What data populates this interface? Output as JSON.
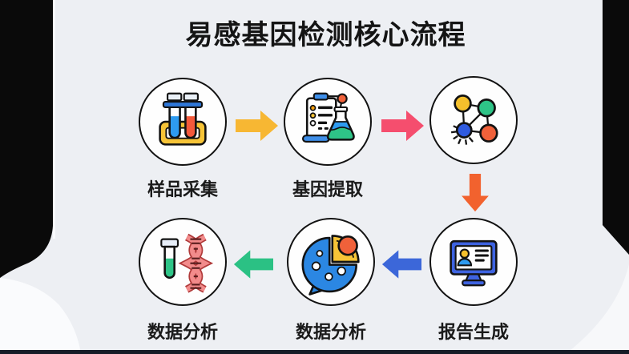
{
  "page": {
    "title": "易感基因检测核心流程",
    "background_color": "#EDEFF3",
    "frame_color": "#0A0A0A",
    "bottom_bar_color": "#161C27"
  },
  "steps": [
    {
      "label": "样品采集",
      "icon": "test-tube-rack-icon"
    },
    {
      "label": "基因提取",
      "icon": "clipboard-flask-icon"
    },
    {
      "label": "",
      "icon": "molecule-network-icon"
    },
    {
      "label": "报告生成",
      "icon": "report-monitor-icon"
    },
    {
      "label": "数据分析",
      "icon": "pie-bubble-chart-icon"
    },
    {
      "label": "数据分析",
      "icon": "dna-test-tube-icon"
    }
  ],
  "arrows": [
    {
      "name": "arrow-1",
      "direction": "right",
      "color": "#F7B733"
    },
    {
      "name": "arrow-2",
      "direction": "right",
      "color": "#F54E6E"
    },
    {
      "name": "arrow-3",
      "direction": "down",
      "color": "#F2622E"
    },
    {
      "name": "arrow-4",
      "direction": "left",
      "color": "#3C67D9"
    },
    {
      "name": "arrow-5",
      "direction": "left",
      "color": "#2BC184"
    }
  ],
  "palette": {
    "icon_yellow": "#F5C02C",
    "icon_blue": "#2E9BF0",
    "icon_royal_blue": "#3E63E0",
    "icon_green": "#2EC487",
    "icon_red_orange": "#F0613A",
    "icon_pink": "#F28B8B",
    "outline": "#121212",
    "circle_fill": "#FEFEFE"
  }
}
